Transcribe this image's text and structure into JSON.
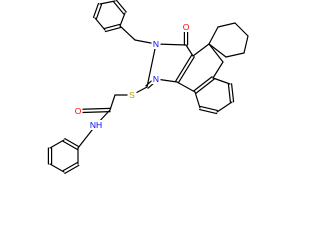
{
  "colors": {
    "background": "#ffffff",
    "bond": "#000000",
    "nitrogen": "#0000ff",
    "oxygen": "#ff0000",
    "sulfur": "#b8a000"
  },
  "atom_labels": {
    "o_ketone": "O",
    "n_benzyl": "N",
    "n_ring": "N",
    "s_thioether": "S",
    "o_amide": "O",
    "n_amide": "NH"
  }
}
